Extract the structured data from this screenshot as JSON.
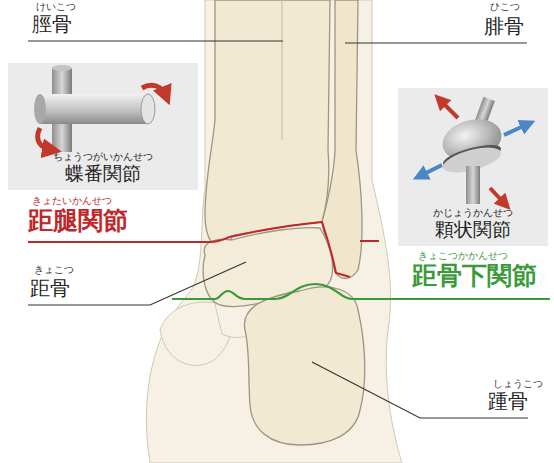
{
  "diagram": {
    "nodes": [
      {
        "text": [
          "ちょうつがいかんせつ",
          "蝶番関節"
        ]
      },
      {
        "text": [
          "かじょうかんせつ",
          "顆状関節"
        ]
      }
    ],
    "labels": [
      "けいこつ",
      "脛骨",
      "ひこつ",
      "腓骨",
      "きょたいかんせつ",
      "距腿関節",
      "きょこつ",
      "距骨",
      "きょこつかかんせつ",
      "距骨下関節",
      "しょうこつ",
      "踵骨"
    ]
  }
}
